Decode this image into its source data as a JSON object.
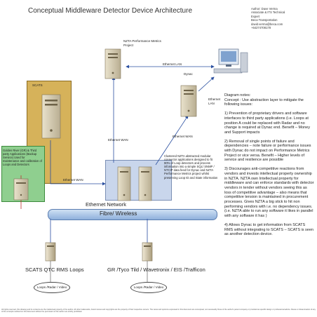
{
  "title": "Conceptual Middleware Detector Device Architecture",
  "author": {
    "lines": [
      "Author: Dave Verma",
      "Associate & ITS Technical",
      "Expert",
      "Beca Transportation",
      "david.verma@beca.com",
      "+64274708178"
    ]
  },
  "nodes": {
    "nzta_perf": "NZTA Performance Metrics Project",
    "ethernet_lan_top": "Ethernet LAN",
    "dynac": "Dynac",
    "ethernet_lan_right": "Ethernet LAN",
    "scats": "SCATS",
    "golden_river": "Golden River (GR) & Third party Applications (Backup Service) Used for maintenance and calibration of Loops and Detectors",
    "ethernet_wan_left": "Ethernet WAN",
    "ethernet_wan_mid": "Ethernet WAN",
    "ethernet_wan_right": "Ethernet WAN",
    "nzta_clustered": "Clustered NZTA abstracted modular connector applications designed to fit 90% of Loop detectors and process information into a simple SQL/ SNMP / NTCIP data feed for Dynac and NZTA Performance Metrics project whilst preserving Loop ID and State information",
    "ethernet_network": "Ethernet Network",
    "fibre_wireless": "Fibre/ Wireless",
    "scats_bottom": "SCATS QTC RMS Loops",
    "gr_bottom": "GR /Tyco Tild / Wavetronix / EIS /Trafficon",
    "loops_left": "Loops /Radar / Video",
    "loops_right": "Loops /Radar / Video"
  },
  "notes": {
    "header": "Diagram notes:",
    "concept": "Concept : Use abstraction layer to mitigate the following issues:",
    "items": [
      "1) Prevention of proprietary drivers and software interfaces to third party applications (i.e. Loops at position A could be replaced with Radar and no change is required at Dynac end. Benefit – Money and Support impacts",
      "2) Removal of single points of failure and dependencies – note failure or performance issues with Dynac do not impact on Performance Metrics Project or vice versa. Benefit – Higher levels of service and resilience are possible",
      "3) Discourages anti-competitive reactions from vendors and invests intellectual property ownership in NZTA. NZTA own Intellectual property for middleware and can enforce standards with detector vendors in tender without vendors seeing this as loss of competitive advantage – also means that competitive tension is maintained in procurement processes.  Gives NZTA a big stick to hit non performing vendors with i.e. no dependency issues. (i.e. NZTA able to run any software it likes in parallel with any software it has )",
      "4) Allows Dynac to get information from SCATS RMS without integrating to SCATS – SCATS is seen as another detection device."
    ]
  },
  "footer": "All rights reserved, this drawing and its contents are the intellectual property of the author. All other trademarks, brand names and copyrights are the property of their respective owners. The views and opinions expressed in this document are conceptual, not necessarily those of the author's parent company or provided as specific design or professional advice. Reuse or dissemination of any of the concepts outlined on this document without the permission of the author are strictly prohibited.",
  "colors": {
    "scats_box": "#d6b25a",
    "green_box": "#8fcf8f",
    "nzta_box": "#c9d6ec",
    "network_bar": "#8fb0dc",
    "arrow_blue": "#2a4fa0",
    "arrow_red": "#c03030"
  }
}
